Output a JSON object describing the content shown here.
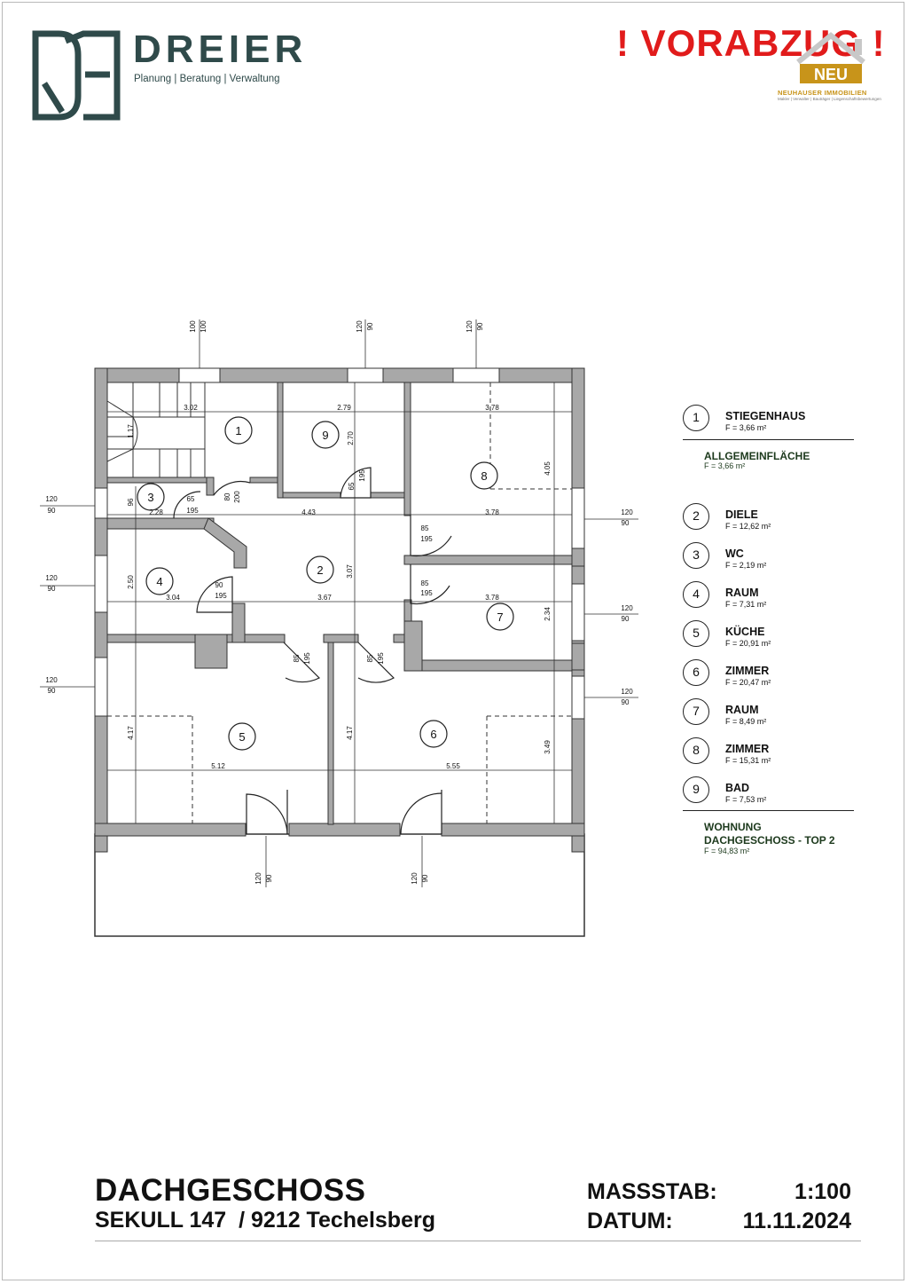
{
  "header": {
    "brand_name": "DREIER",
    "brand_tagline": "Planung | Beratung | Verwaltung",
    "stamp": "! VORABZUG !",
    "agent_badge": "NEU",
    "agent_name": "NEUHAUSER IMMOBILIEN",
    "agent_tagline": "Makler | Verwalter | Bauträger | Liegenschaftsbewertungen"
  },
  "colors": {
    "brand": "#2f4a4a",
    "stamp": "#e11b1b",
    "wall": "#a8a8a8",
    "agent": "#c8941a"
  },
  "plan": {
    "rooms": [
      {
        "num": "1"
      },
      {
        "num": "2"
      },
      {
        "num": "3"
      },
      {
        "num": "4"
      },
      {
        "num": "5"
      },
      {
        "num": "6"
      },
      {
        "num": "7"
      },
      {
        "num": "8"
      },
      {
        "num": "9"
      }
    ],
    "dimensions": [
      "3.02",
      "2.79",
      "3.78",
      "2.70",
      "4.05",
      "4.43",
      "3.78",
      "2.28",
      "96",
      "2.50",
      "3.04",
      "3.67",
      "3.07",
      "3.78",
      "2.34",
      "4.17",
      "4.17",
      "5.12",
      "5.55",
      "3.49",
      "1.17"
    ],
    "openings": [
      {
        "w": "100",
        "h": "100"
      },
      {
        "w": "120",
        "h": "90"
      },
      {
        "w": "120",
        "h": "90"
      },
      {
        "w": "120",
        "h": "90"
      },
      {
        "w": "120",
        "h": "90"
      },
      {
        "w": "120",
        "h": "90"
      },
      {
        "w": "120",
        "h": "90"
      },
      {
        "w": "120",
        "h": "90"
      },
      {
        "w": "120",
        "h": "90"
      },
      {
        "w": "120",
        "h": "90"
      },
      {
        "w": "120",
        "h": "90"
      }
    ],
    "doors": [
      {
        "w": "65",
        "h": "195"
      },
      {
        "w": "80",
        "h": "200"
      },
      {
        "w": "65",
        "h": "195"
      },
      {
        "w": "85",
        "h": "195"
      },
      {
        "w": "85",
        "h": "195"
      },
      {
        "w": "90",
        "h": "195"
      },
      {
        "w": "85",
        "h": "195"
      },
      {
        "w": "85",
        "h": "195"
      }
    ]
  },
  "legend": {
    "stiegenhaus": {
      "num": "1",
      "name": "STIEGENHAUS",
      "area": "F = 3,66 m²"
    },
    "allgemein": {
      "name": "ALLGEMEINFLÄCHE",
      "area": "F = 3,66 m²"
    },
    "items": [
      {
        "num": "2",
        "name": "DIELE",
        "area": "F = 12,62 m²"
      },
      {
        "num": "3",
        "name": "WC",
        "area": "F = 2,19 m²"
      },
      {
        "num": "4",
        "name": "RAUM",
        "area": "F = 7,31 m²"
      },
      {
        "num": "5",
        "name": "KÜCHE",
        "area": "F = 20,91 m²"
      },
      {
        "num": "6",
        "name": "ZIMMER",
        "area": "F = 20,47 m²"
      },
      {
        "num": "7",
        "name": "RAUM",
        "area": "F = 8,49 m²"
      },
      {
        "num": "8",
        "name": "ZIMMER",
        "area": "F = 15,31 m²"
      },
      {
        "num": "9",
        "name": "BAD",
        "area": "F = 7,53 m²"
      }
    ],
    "total": {
      "line1": "WOHNUNG",
      "line2": "DACHGESCHOSS - TOP 2",
      "area": "F = 94,83 m²"
    }
  },
  "footer": {
    "title": "DACHGESCHOSS",
    "address": "SEKULL 147  / 9212 Techelsberg",
    "scale_label": "MASSSTAB:",
    "scale_value": "1:100",
    "date_label": "DATUM:",
    "date_value": "11.11.2024"
  }
}
